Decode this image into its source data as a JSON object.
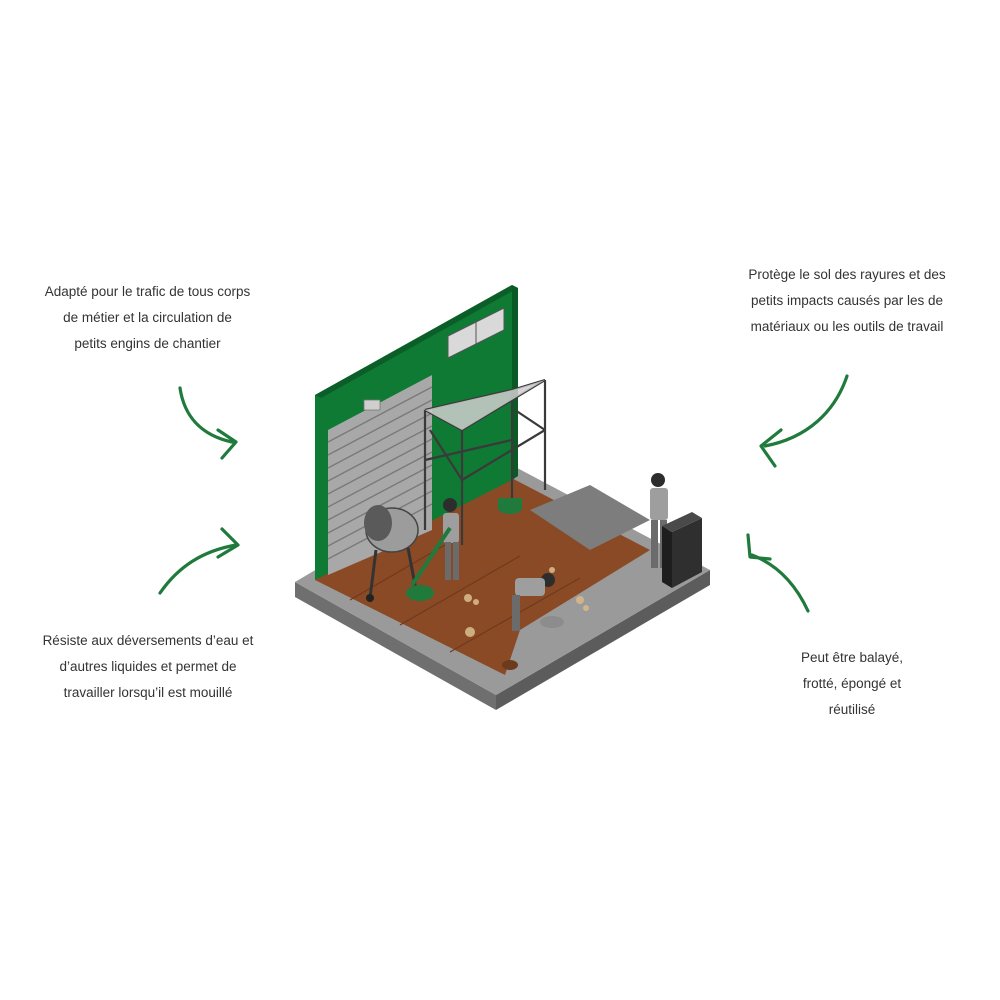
{
  "colors": {
    "accent": "#1f7a3c",
    "wall_green": "#0f7a33",
    "floor_brown": "#8a4a26",
    "slab_gray": "#8e8e8e",
    "text": "#333333"
  },
  "callouts": {
    "top_left": "Adapté pour le trafic de tous corps\nde métier et la circulation de\npetits engins de chantier",
    "top_right": "Protège le sol des rayures et des\npetits impacts causés par les de\nmatériaux ou les outils de travail",
    "bottom_left": "Résiste aux déversements d’eau et\nd’autres liquides et permet de\ntravailler lorsqu’il est mouillé",
    "bottom_right": "Peut être balayé,\nfrotté, épongé et\nréutilisé"
  },
  "icons": {
    "arrow": "hand-drawn-curved-arrow-icon"
  }
}
